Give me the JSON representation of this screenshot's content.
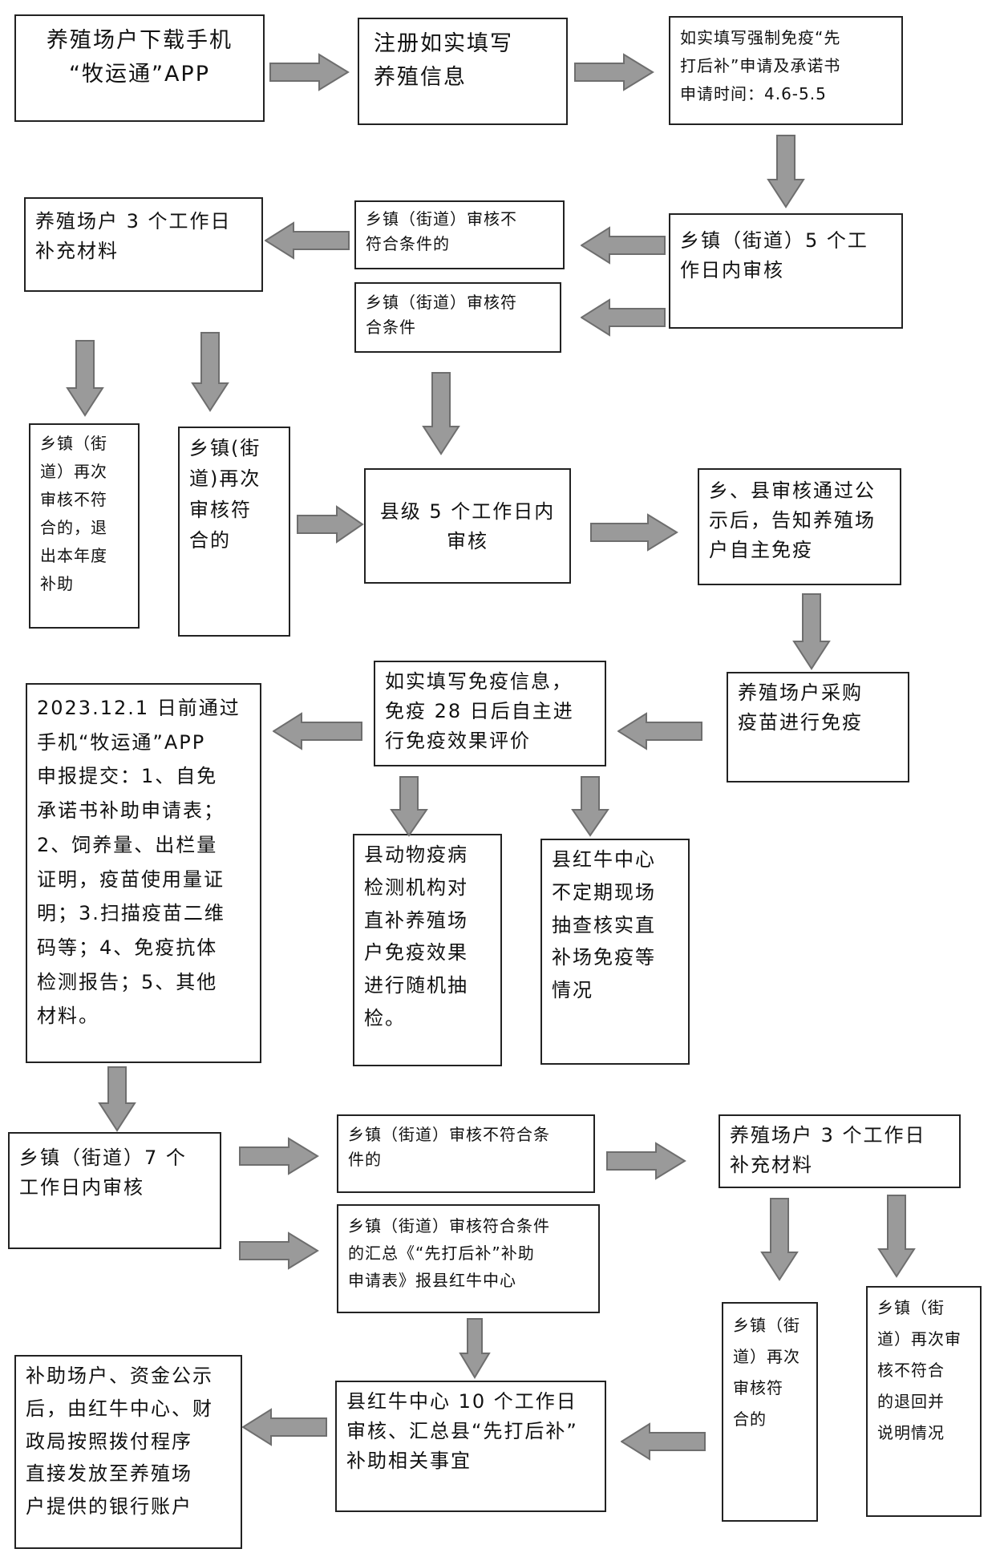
{
  "boxes": {
    "b1": "养殖场户下载手机\n“牧运通”APP",
    "b2": "注册如实填写\n养殖信息",
    "b3": "如实填写强制免疫“先\n打后补”申请及承诺书\n申请时间：4.6-5.5",
    "b4": "养殖场户 3 个工作日\n补充材料",
    "b5": "乡镇（街道）审核不\n符合条件的",
    "b6": "乡镇（街道）5 个工\n作日内审核",
    "b7": "乡镇（街道）审核符\n合条件",
    "b8": "乡镇（街\n道）再次\n审核不符\n合的，退\n出本年度\n补助",
    "b9": "乡镇(街\n道)再次\n审核符\n合的",
    "b10": "县级 5 个工作日内\n审核",
    "b11": "乡、县审核通过公\n示后，告知养殖场\n户自主免疫",
    "b12": "2023.12.1 日前通过\n手机“牧运通”APP\n申报提交：1、自免\n承诺书补助申请表；\n2、饲养量、出栏量\n证明，疫苗使用量证\n明；3.扫描疫苗二维\n码等；4、免疫抗体\n检测报告；5、其他\n材料。",
    "b13": "如实填写免疫信息，\n免疫 28 日后自主进\n行免疫效果评价",
    "b14": "养殖场户采购\n疫苗进行免疫",
    "b15": "县动物疫病\n检测机构对\n直补养殖场\n户免疫效果\n进行随机抽\n检。",
    "b16": "县红牛中心\n不定期现场\n抽查核实直\n补场免疫等\n情况",
    "b17": "乡镇（街道）7 个\n工作日内审核",
    "b18": "乡镇（街道）审核不符合条\n件的",
    "b19": "养殖场户 3 个工作日\n补充材料",
    "b20": "乡镇（街道）审核符合条件\n的汇总《“先打后补”补助\n申请表》报县红牛中心",
    "b21": "乡镇（街\n道）再次\n审核符\n合的",
    "b22": "乡镇（街\n道）再次审\n核不符合\n的退回并\n说明情况",
    "b23": "补助场户、资金公示\n后，由红牛中心、财\n政局按照拨付程序\n直接发放至养殖场\n户提供的银行账户",
    "b24": "县红牛中心 10 个工作日\n审核、汇总县“先打后补”\n补助相关事宜"
  }
}
